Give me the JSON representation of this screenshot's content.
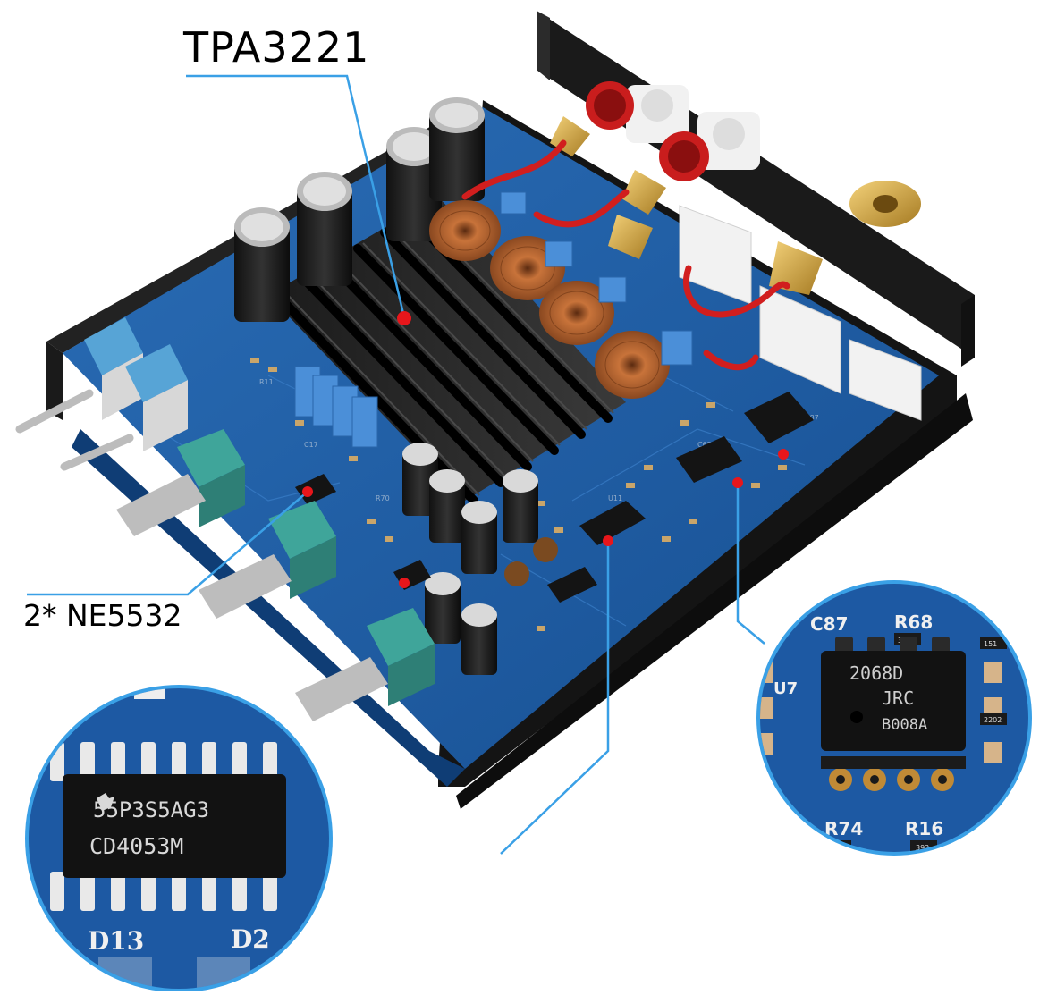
{
  "callouts": {
    "amplifier_chip": "TPA3221",
    "opamp_chip": "2* NE5532"
  },
  "zoom_left": {
    "chip_line1": "55P3S5AG3",
    "chip_line2": "CD4053M",
    "label_d13": "D13",
    "label_d2": "D2"
  },
  "zoom_right": {
    "chip_line1": "2068D",
    "chip_line2": "JRC",
    "chip_line3": "B008A",
    "label_c87": "C87",
    "label_r68": "R68",
    "label_r74": "R74",
    "label_r16": "R16",
    "label_u7": "U7",
    "smd_3321": "3321",
    "smd_392": "392",
    "smd_151": "151",
    "smd_2202": "2202"
  },
  "colors": {
    "pcb_blue": "#1f5fa8",
    "leader_line": "#3aa0e6",
    "marker_red": "#e8161b"
  }
}
